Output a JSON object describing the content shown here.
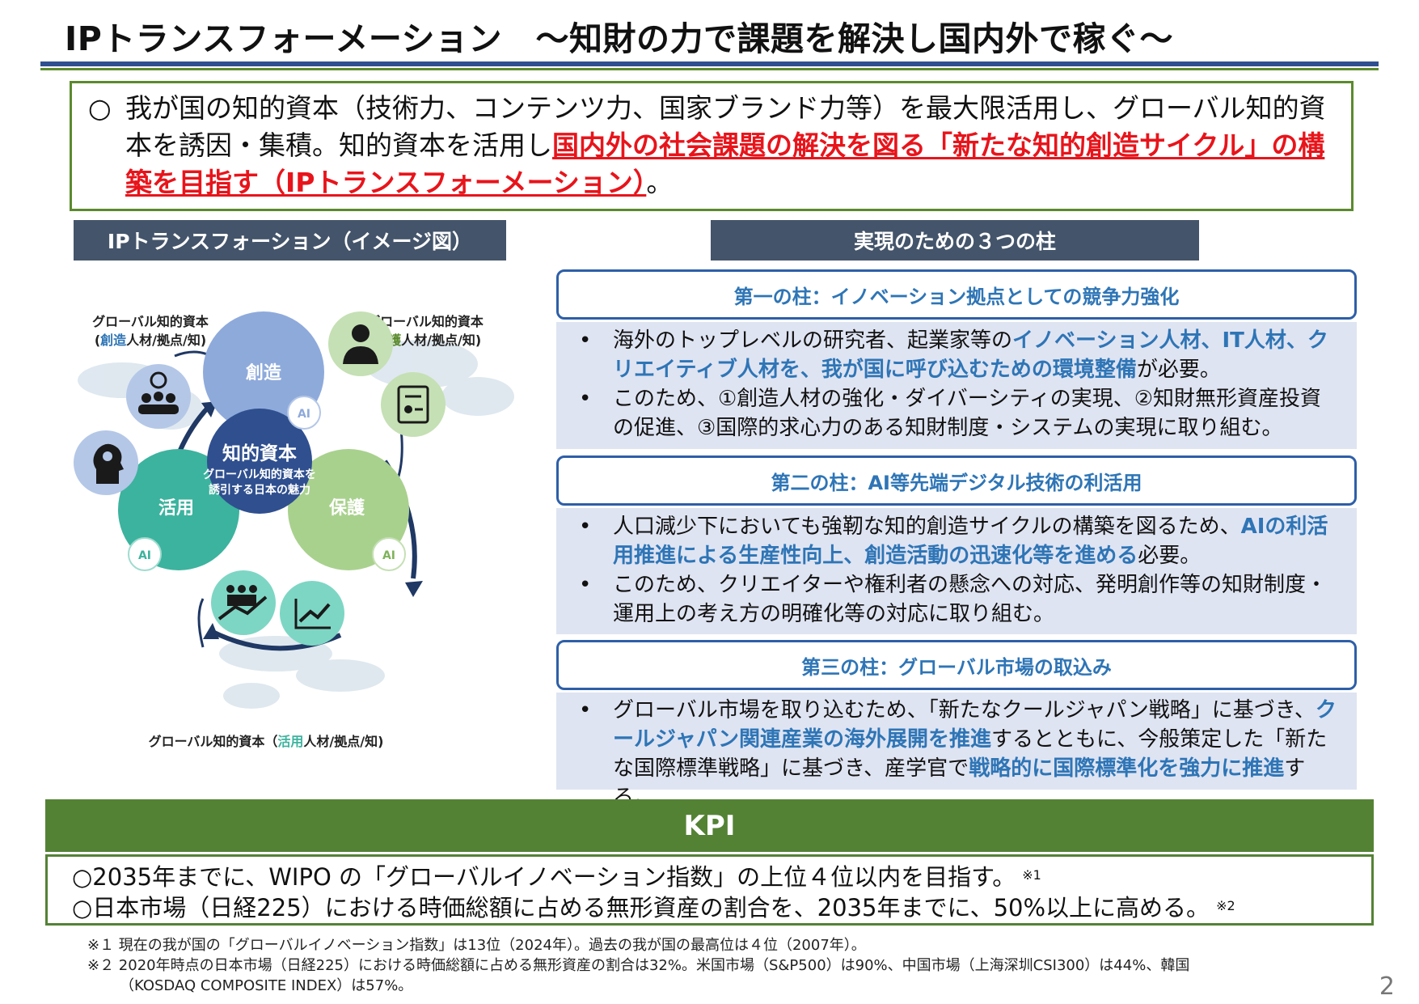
{
  "header": {
    "title": "IPトランスフォーメーション　～知財の力で課題を解決し国内外で稼ぐ～"
  },
  "lead": {
    "mark": "○",
    "text_plain": "我が国の知的資本（技術力、コンテンツ力、国家ブランド力等）を最大限活用し、グローバル知的資本を誘因・集積。知的資本を活用し",
    "text_red": "国内外の社会課題の解決を図る「新たな知的創造サイクル」の構築を目指す（IPトランスフォーメーション）",
    "text_end": "。"
  },
  "image_section": {
    "header": "IPトランスフォーション（イメージ図）",
    "diagram": {
      "label_top_left_1": "グローバル知的資本",
      "label_top_left_2_pre": "(",
      "label_top_left_2_hl": "創造",
      "label_top_left_2_post": "人材/拠点/知)",
      "label_top_right_1": "グローバル知的資本",
      "label_top_right_2_pre": "(",
      "label_top_right_2_hl": "保護",
      "label_top_right_2_post": "人材/拠点/知)",
      "label_bottom_pre": "グローバル知的資本（",
      "label_bottom_hl": "活用",
      "label_bottom_post": "人材/拠点/知)",
      "circle_create": "創造",
      "circle_protect": "保護",
      "circle_use": "活用",
      "ai": "AI",
      "center_title": "知的資本",
      "center_sub1": "グローバル知的資本を",
      "center_sub2": "誘引する日本の魅力"
    }
  },
  "pillars": {
    "header": "実現のための３つの柱",
    "p1": {
      "title": "第一の柱：イノベーション拠点としての競争力強化",
      "b1_pre": "海外のトップレベルの研究者、起業家等の",
      "b1_hl": "イノベーション人材、IT人材、クリエイティブ人材を、我が国に呼び込むための環境整備",
      "b1_post": "が必要。",
      "b2": "このため、①創造人材の強化・ダイバーシティの実現、②知財無形資産投資の促進、③国際的求心力のある知財制度・システムの実現に取り組む。"
    },
    "p2": {
      "title": "第二の柱：AI等先端デジタル技術の利活用",
      "b1_pre": "人口減少下においても強靭な知的創造サイクルの構築を図るため、",
      "b1_hl": "AIの利活用推進による生産性向上、創造活動の迅速化等を進める",
      "b1_post": "必要。",
      "b2": "このため、クリエイターや権利者の懸念への対応、発明創作等の知財制度・運用上の考え方の明確化等の対応に取り組む。"
    },
    "p3": {
      "title": "第三の柱：グローバル市場の取込み",
      "b1_pre": "グローバル市場を取り込むため、「新たなクールジャパン戦略」に基づき、",
      "b1_hl1": "クールジャパン関連産業の海外展開を推進",
      "b1_mid": "するとともに、今般策定した「新たな国際標準戦略」に基づき、産学官で",
      "b1_hl2": "戦略的に国際標準化を強力に推進",
      "b1_post": "する。"
    }
  },
  "kpi": {
    "header": "KPI",
    "line1": "○2035年までに、WIPO の「グローバルイノベーション指数」の上位４位以内を目指す。",
    "line1_sup": "※1",
    "line2": "○日本市場（日経225）における時価総額に占める無形資産の割合を、2035年までに、50%以上に高める。",
    "line2_sup": "※2"
  },
  "notes": {
    "n1": "※１ 現在の我が国の「グローバルイノベーション指数」は13位（2024年）。過去の我が国の最高位は４位（2007年）。",
    "n2": "※２ 2020年時点の日本市場（日経225）における時価総額に占める無形資産の割合は32%。米国市場（S&P500）は90%、中国市場（上海深圳CSI300）は44%、韓国",
    "n3": "（KOSDAQ COMPOSITE INDEX）は57%。"
  },
  "page_number": "2",
  "colors": {
    "header_navy": "#44546a",
    "accent_green": "#548235",
    "accent_blue": "#2e75b6",
    "accent_red": "#e8141b",
    "pillar_bg": "#dfe4f2"
  }
}
